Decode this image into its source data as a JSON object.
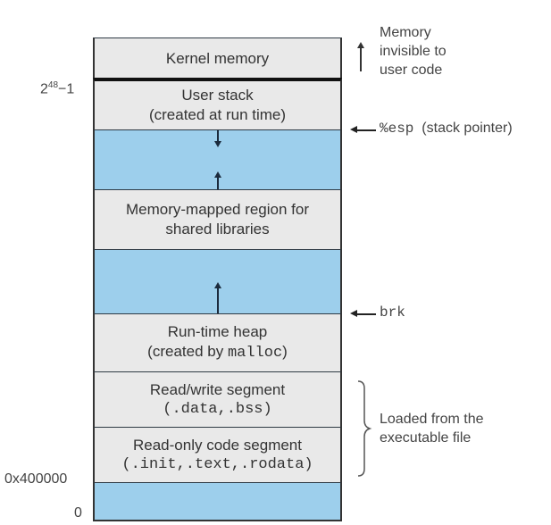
{
  "segments": {
    "kernel": {
      "line1": "Kernel memory"
    },
    "user_stack": {
      "line1": "User stack",
      "line2": "(created at run time)"
    },
    "mmap": {
      "line1": "Memory-mapped region for",
      "line2": "shared libraries"
    },
    "heap": {
      "line1": "Run-time heap",
      "line2_prefix": "(created by ",
      "line2_code": "malloc",
      "line2_suffix": ")"
    },
    "rw": {
      "line1": "Read/write segment",
      "line2": "(.data,.bss)"
    },
    "ro": {
      "line1": "Read-only code segment",
      "line2": "(.init,.text,.rodata)"
    }
  },
  "addresses": {
    "top_base": "2",
    "top_exp": "48",
    "top_suffix": "−1",
    "text_start": "0x400000",
    "zero": "0"
  },
  "annotations": {
    "kernel_note": [
      "Memory",
      "invisible to",
      "user code"
    ],
    "esp_code": "%esp",
    "esp_note": "(stack pointer)",
    "brk": "brk",
    "loaded_note": [
      "Loaded from the",
      "executable file"
    ]
  },
  "colors": {
    "segment_gray": "#e9e9e9",
    "unused_blue": "#9dcfec"
  }
}
